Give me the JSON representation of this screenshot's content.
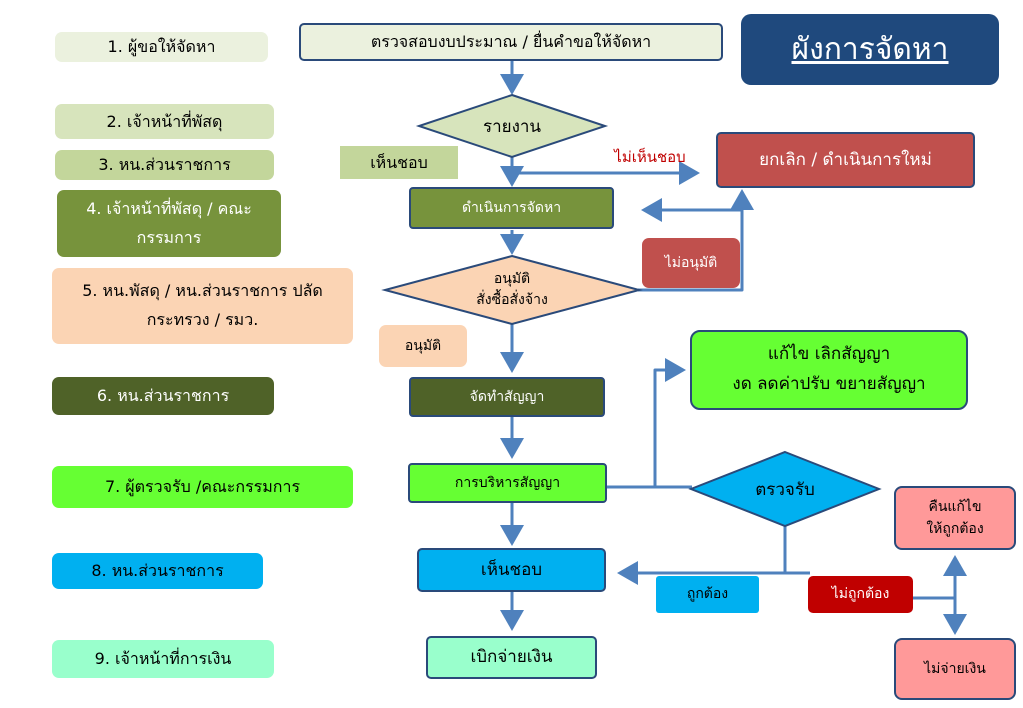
{
  "title": "ผังการจัดหา",
  "roles": [
    "1. ผู้ขอให้จัดหา",
    "2. เจ้าหน้าที่พัสดุ",
    "3. หน.ส่วนราชการ",
    "4. เจ้าหน้าที่พัสดุ / คณะกรรมการ",
    "5. หน.พัสดุ / หน.ส่วนราชการ ปลัดกระทรวง / รมว.",
    "6. หน.ส่วนราชการ",
    "7. ผู้ตรวจรับ /คณะกรรมการ",
    "8. หน.ส่วนราชการ",
    "9. เจ้าหน้าที่การเงิน"
  ],
  "steps": {
    "request": "ตรวจสอบงบประมาณ / ยื่นคำขอให้จัดหา",
    "report": "รายงาน",
    "proceed": "ดำเนินการจัดหา",
    "approve_line1": "อนุมัติ",
    "approve_line2": "สั่งซื้อสั่งจ้าง",
    "contract": "จัดทำสัญญา",
    "manage": "การบริหารสัญญา",
    "inspect": "ตรวจรับ",
    "agree": "เห็นชอบ",
    "pay": "เบิกจ่ายเงิน",
    "cancel": "ยกเลิก / ดำเนินการใหม่",
    "amend_line1": "แก้ไข เลิกสัญญา",
    "amend_line2": "งด ลดค่าปรับ ขยายสัญญา",
    "return_line1": "คืนแก้ไข",
    "return_line2": "ให้ถูกต้อง",
    "no_pay": "ไม่จ่ายเงิน"
  },
  "labels": {
    "approved_report": "เห็นชอบ",
    "not_approved_report": "ไม่เห็นชอบ",
    "not_approved": "ไม่อนุมัติ",
    "approved": "อนุมัติ",
    "correct": "ถูกต้อง",
    "incorrect": "ไม่ถูกต้อง"
  },
  "colors": {
    "arrow": "#4f81bd",
    "title_bg": "#1f497d",
    "cancel_bg": "#c0504d",
    "incorrect_bg": "#c00000",
    "inspect_bg": "#00b0f0",
    "manage_bg": "#66ff33",
    "contract_bg": "#4f6228",
    "proceed_bg": "#77933c",
    "approve_bg": "#fbd4b4",
    "report_bg": "#d7e4bc",
    "pay_bg": "#99ffcc",
    "return_bg": "#ff9999"
  }
}
